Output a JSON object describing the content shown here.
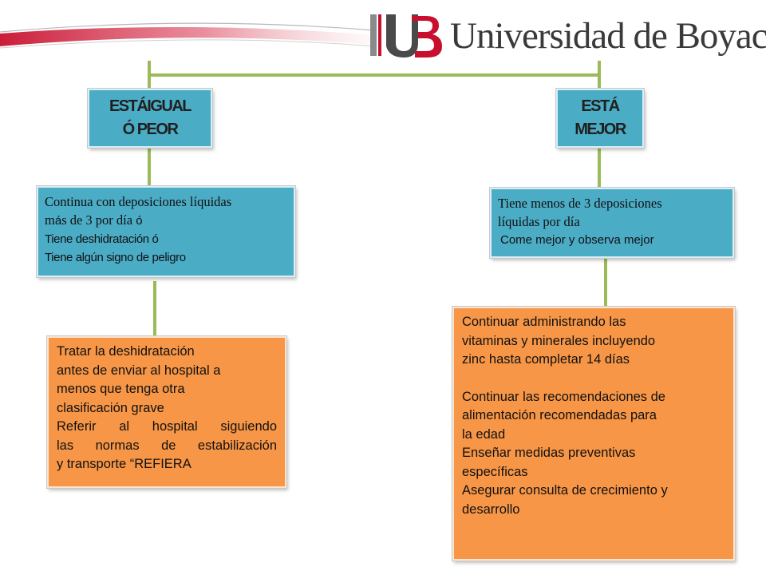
{
  "logo": {
    "monogram": "UB",
    "wordmark": "Universidad de Boyacá"
  },
  "colors": {
    "header_fill": "#4bacc6",
    "blue_fill": "#4bacc6",
    "orange_fill": "#f79646",
    "connector": "#9bbb59",
    "brand_red": "#c8102e"
  },
  "left": {
    "header": [
      "ESTÁIGUAL",
      "Ó PEOR"
    ],
    "condition": {
      "line1": "Continua con deposiciones líquidas",
      "line2_prefix": "m",
      "line2_accent": "á",
      "line2_rest": "s de 3 por día ",
      "line2_tail": "ó",
      "line3": "Tiene deshidratación ó",
      "line4": "Tiene algún signo de peligro"
    },
    "action": [
      "Tratar la deshidratación",
      "antes de enviar al hospital a",
      "menos que tenga otra",
      "clasificación grave",
      "Referir al hospital siguiendo",
      "las normas de estabilización",
      "y transporte “REFIERA"
    ]
  },
  "right": {
    "header": [
      "ESTÁ",
      "MEJOR"
    ],
    "condition": {
      "line1": "Tiene menos de 3 deposiciones",
      "line2": "líquidas por día",
      "line3": "Come mejor y observa mejor"
    },
    "action": [
      "Continuar administrando las",
      "vitaminas y minerales incluyendo",
      "zinc hasta completar 14 días",
      "",
      "Continuar las recomendaciones de",
      "alimentación recomendadas para",
      "la edad",
      "Enseñar medidas preventivas",
      "específicas",
      "Asegurar consulta de crecimiento y",
      "desarrollo"
    ]
  }
}
